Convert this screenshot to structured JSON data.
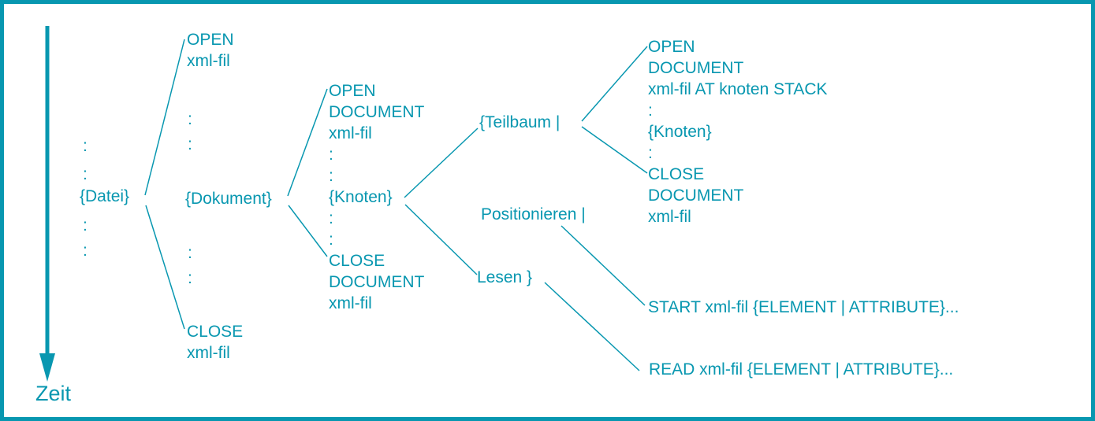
{
  "colors": {
    "accent": "#0897b0"
  },
  "timeline": {
    "label": "Zeit"
  },
  "file_level": {
    "dots_above": ":\n:",
    "label": "{Datei}",
    "dots_below": ":\n:",
    "open": "OPEN\nxml-fil",
    "close": "CLOSE\nxml-fil"
  },
  "document_level": {
    "open": "OPEN\nDOCUMENT\nxml-fil",
    "dots_above": ":\n:",
    "label": "{Dokument}",
    "dots_below": ":\n:",
    "close": "CLOSE\nDOCUMENT\nxml-fil",
    "block": "OPEN\nDOCUMENT\nxml-fil\n:\n:\n{Knoten}\n:\n:\nCLOSE\nDOCUMENT\nxml-fil"
  },
  "node_level": {
    "teilbaum": "{Teilbaum |",
    "positionieren": "Positionieren |",
    "lesen": "Lesen }"
  },
  "subtree_level": {
    "block": "OPEN\nDOCUMENT\nxml-fil AT knoten STACK\n:\n{Knoten}\n:\nCLOSE\nDOCUMENT\nxml-fil"
  },
  "commands": {
    "start": "START xml-fil {ELEMENT | ATTRIBUTE}...",
    "read": "READ xml-fil {ELEMENT | ATTRIBUTE}..."
  }
}
